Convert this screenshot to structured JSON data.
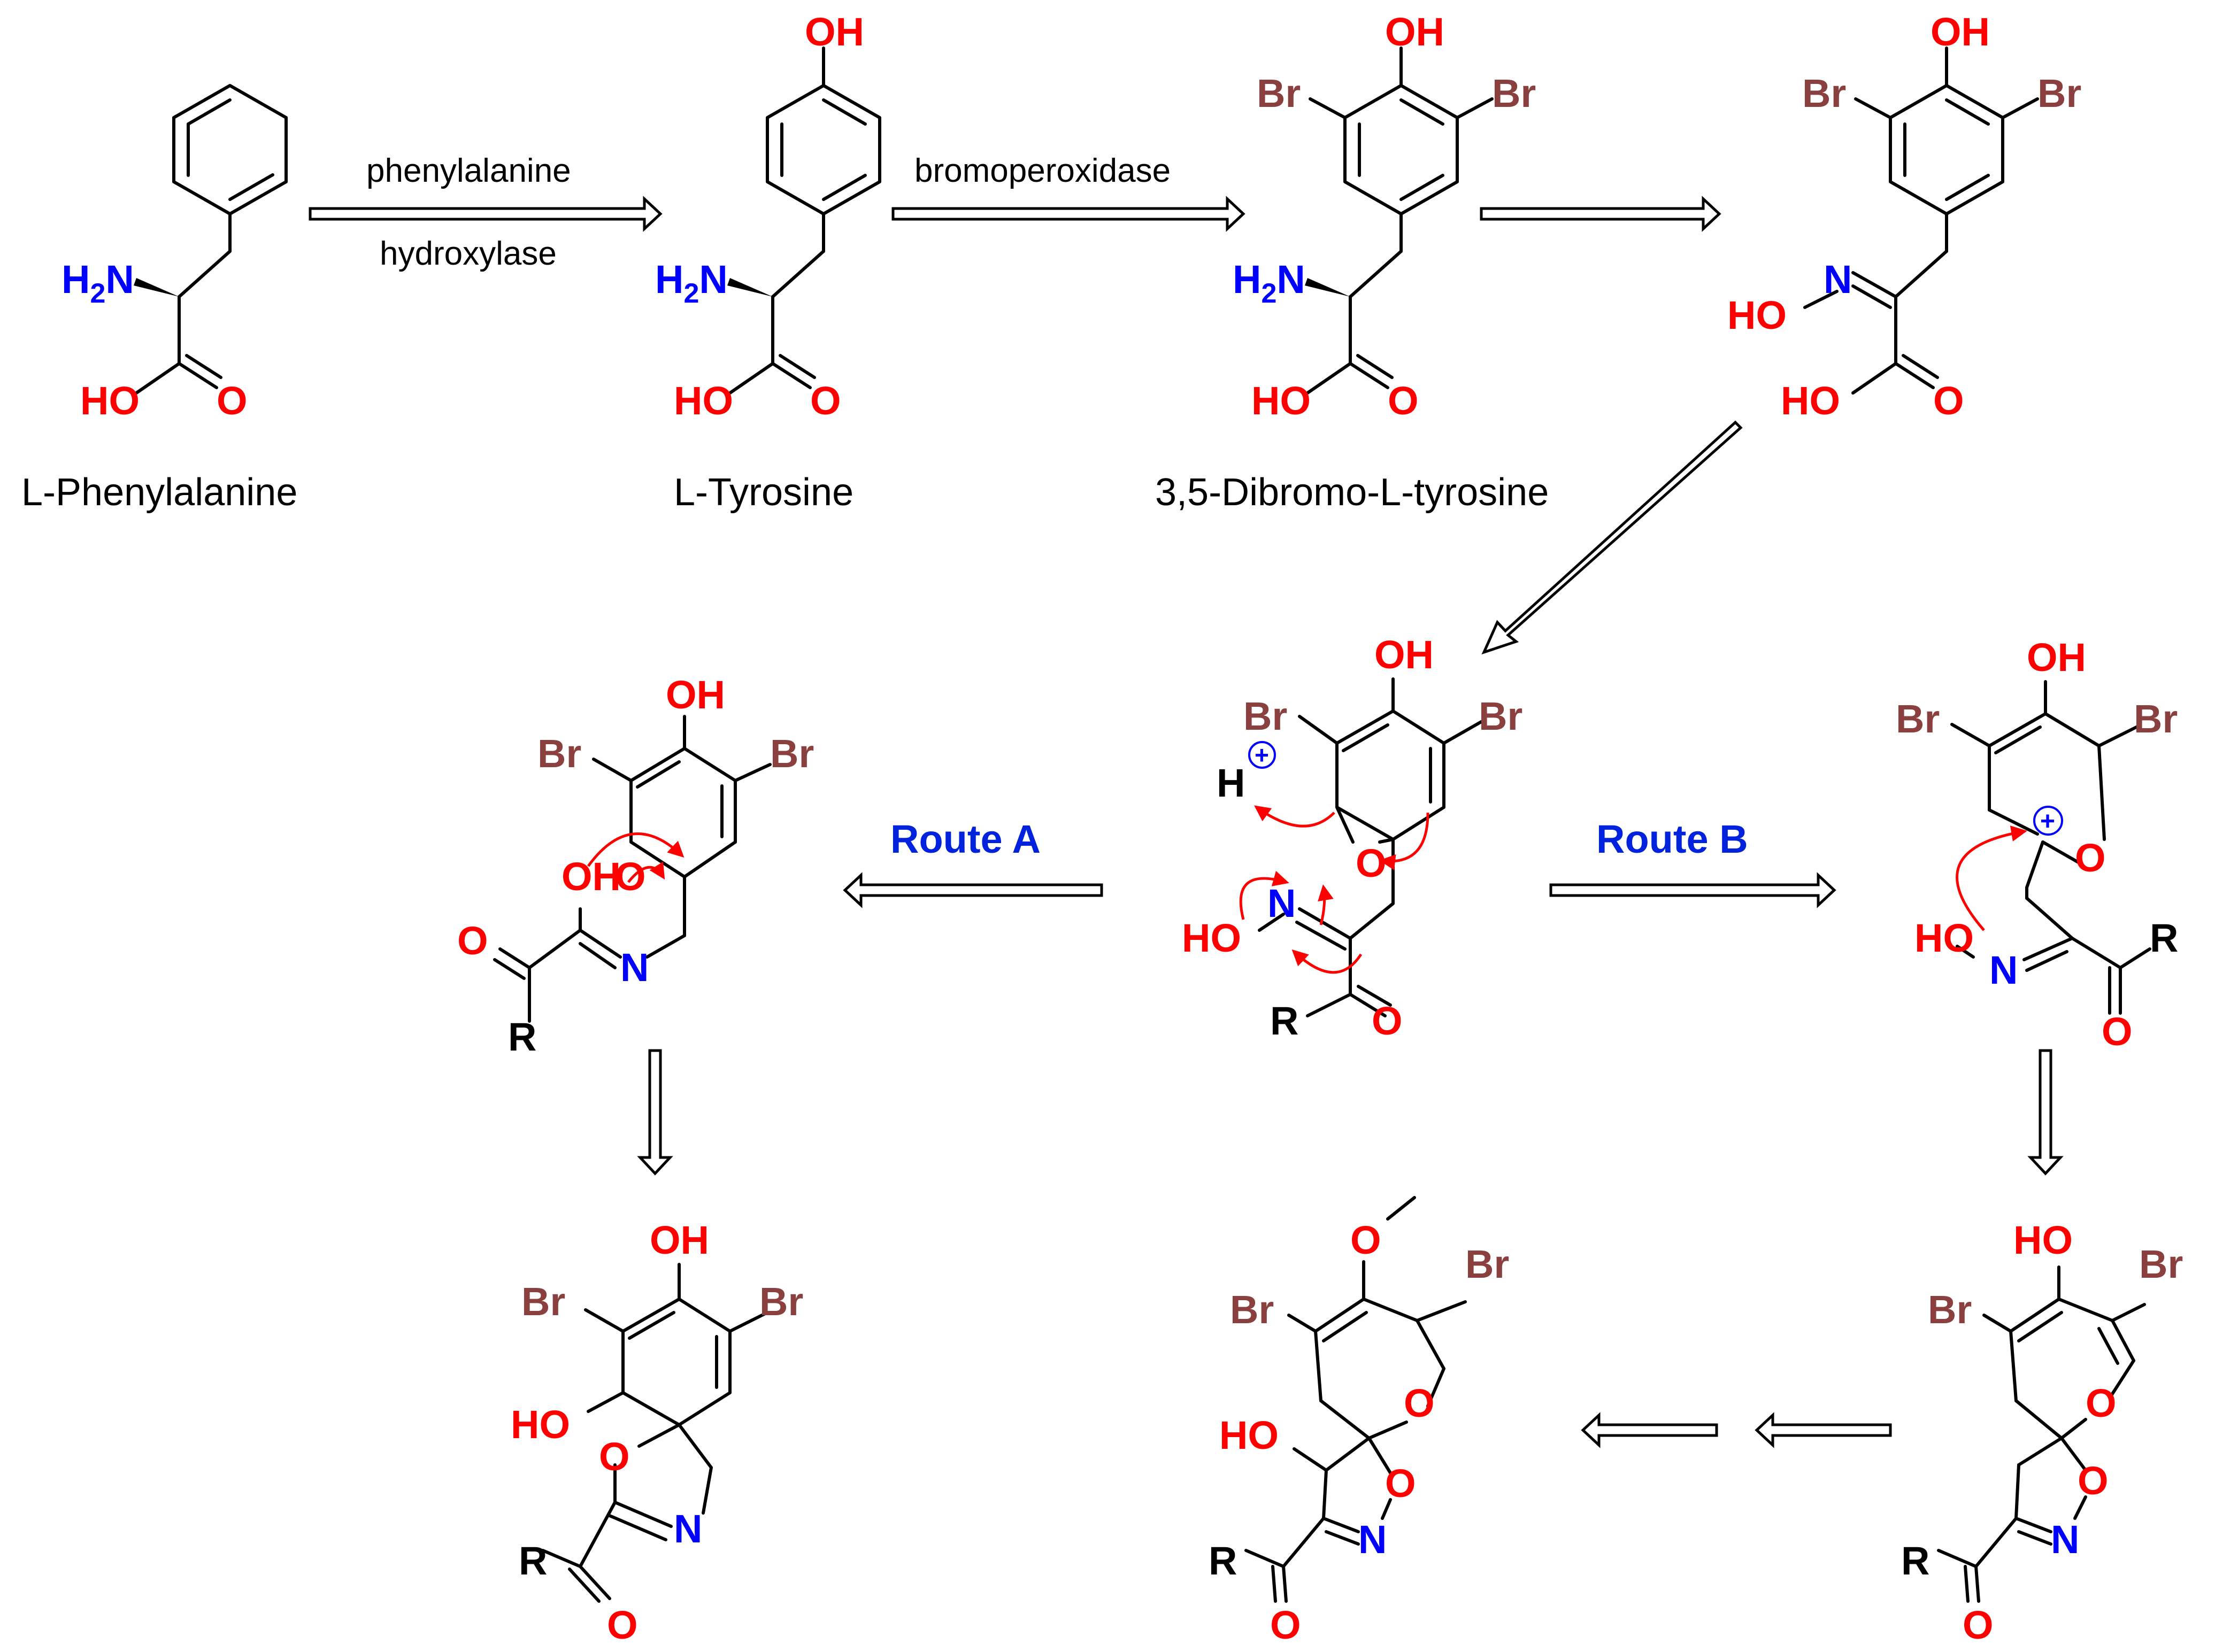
{
  "colors": {
    "bond": "#000000",
    "oxygen": "#ff0000",
    "nitrogen": "#0000ff",
    "bromine": "#8b4040",
    "route_label": "#0022dd",
    "curly_arrow": "#ff0000",
    "charge": "#0000ff"
  },
  "atoms": {
    "oh": "OH",
    "ho": "HO",
    "o": "O",
    "n": "N",
    "br": "Br",
    "h": "H",
    "r": "R",
    "h2n_main": "H",
    "h2n_sub": "2",
    "h2n_n": "N",
    "plus": "+"
  },
  "compounds": [
    {
      "id": "phe",
      "name": "L-Phenylalanine"
    },
    {
      "id": "tyr",
      "name": "L-Tyrosine"
    },
    {
      "id": "dbt",
      "name": "3,5-Dibromo-L-tyrosine"
    },
    {
      "id": "oxime",
      "name": ""
    }
  ],
  "reagents": {
    "step1_top": "phenylalanine",
    "step1_bottom": "hydroxylase",
    "step2_top": "bromoperoxidase"
  },
  "routes": {
    "a": "Route A",
    "b": "Route B"
  },
  "icons": {
    "reaction_arrow": "open-double-arrow-icon",
    "electron_push": "curly-arrow-icon",
    "cation": "positive-charge-icon"
  }
}
